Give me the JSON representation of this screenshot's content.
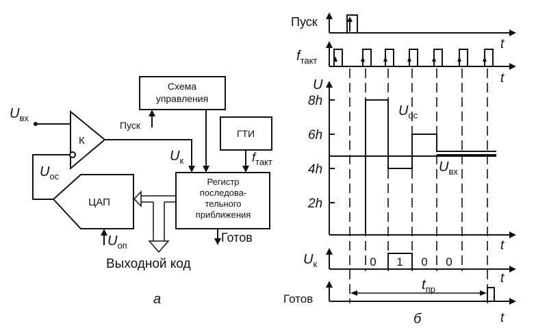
{
  "left_diagram": {
    "u_in": {
      "main": "U",
      "sub": "вх"
    },
    "comparator_label": "К",
    "control_block": {
      "line1": "Схема",
      "line2": "управления"
    },
    "start_label": "Пуск",
    "uk": {
      "main": "U",
      "sub": "к"
    },
    "gti_label": "ГТИ",
    "f_clock": {
      "main": "f",
      "sub": "такт"
    },
    "u_oc": {
      "main": "U",
      "sub": "ос"
    },
    "dac_label": "ЦАП",
    "register_lines": [
      "Регистр",
      "последова-",
      "тельного",
      "приближения"
    ],
    "ready_label": "Готов",
    "u_ref": {
      "main": "U",
      "sub": "оп"
    },
    "output_code_label": "Выходной код",
    "caption": "а"
  },
  "timing_diagram": {
    "start_label": "Пуск",
    "f_clock": {
      "main": "f",
      "sub": "такт"
    },
    "u_axis_label": "U",
    "levels": [
      "8h",
      "6h",
      "4h",
      "2h"
    ],
    "u_oc": {
      "main": "U",
      "sub": "ос"
    },
    "u_in": {
      "main": "U",
      "sub": "вх"
    },
    "uk": {
      "main": "U",
      "sub": "к"
    },
    "bits": [
      "0",
      "1",
      "0",
      "0"
    ],
    "ready_label": "Готов",
    "t_conv": {
      "main": "t",
      "sub": "пр"
    },
    "t_label": "t",
    "caption": "б"
  }
}
